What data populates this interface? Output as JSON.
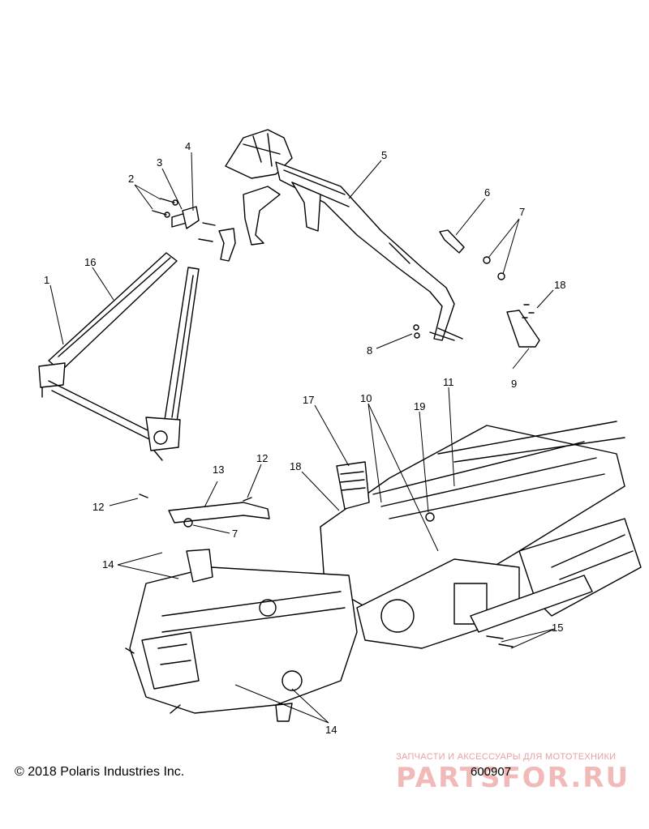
{
  "callouts": {
    "c1": "1",
    "c2": "2",
    "c3": "3",
    "c4": "4",
    "c5": "5",
    "c6": "6",
    "c7a": "7",
    "c7b": "7",
    "c8": "8",
    "c9": "9",
    "c10": "10",
    "c11": "11",
    "c12a": "12",
    "c12b": "12",
    "c13": "13",
    "c14a": "14",
    "c14b": "14",
    "c15": "15",
    "c16": "16",
    "c17": "17",
    "c18a": "18",
    "c18b": "18",
    "c19": "19"
  },
  "footer": {
    "copyright": "© 2018 Polaris Industries Inc.",
    "drawing_number": "600907"
  },
  "watermark": {
    "tagline": "ЗАПЧАСТИ И АКСЕССУАРЫ ДЛЯ МОТОТЕХНИКИ",
    "logo": "PARTSFOR.RU"
  }
}
